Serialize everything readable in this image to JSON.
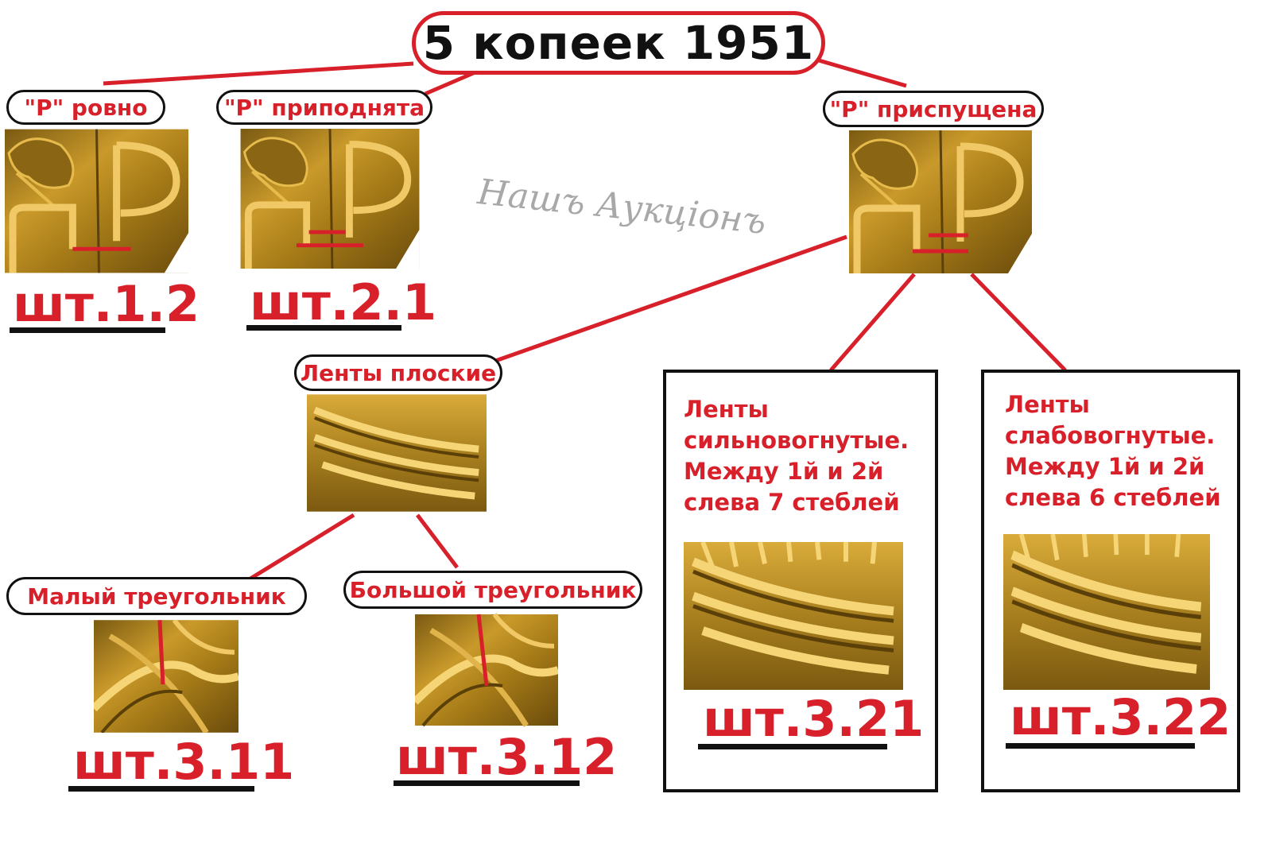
{
  "title": "5 копеек 1951",
  "watermark": "Нашъ Аукціонъ",
  "branches": {
    "r_even": {
      "label": "\"Р\" ровно",
      "die": "шт.1.2"
    },
    "r_raised": {
      "label": "\"Р\" приподнята",
      "die": "шт.2.1"
    },
    "r_lowered": {
      "label": "\"Р\" приспущена"
    }
  },
  "ribbons_flat": {
    "label": "Ленты плоские"
  },
  "small_triangle": {
    "label": "Малый треугольник",
    "die": "шт.3.11"
  },
  "big_triangle": {
    "label": "Большой треугольник",
    "die": "шт.3.12"
  },
  "strongly_concave": {
    "text": "Ленты\nсильновогнутые.\nМежду 1й и 2й\nслева 7 стеблей",
    "die": "шт.3.21"
  },
  "weakly_concave": {
    "text": "Ленты\nслабовогнутые.\nМежду 1й и 2й\nслева 6 стеблей",
    "die": "шт.3.22"
  },
  "colors": {
    "accent": "#d8202a",
    "gold": "#b98a1c",
    "ink": "#111111"
  }
}
